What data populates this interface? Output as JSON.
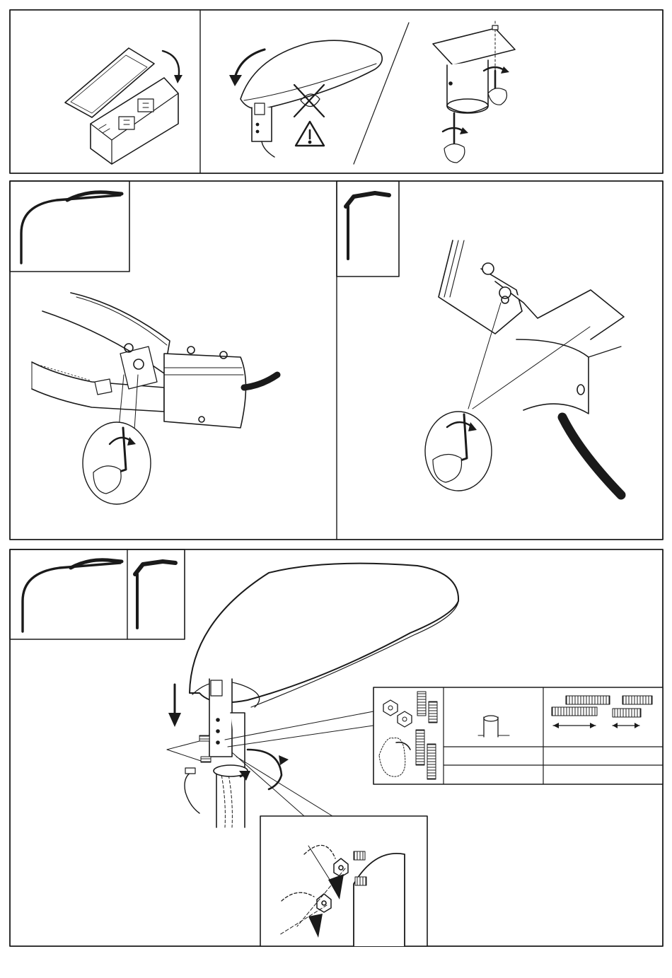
{
  "page": {
    "background": "#ffffff",
    "ink": "#1a1a1a"
  },
  "panels": [
    {
      "id": "panel-1",
      "content": [
        "terminal-box-cover-open"
      ]
    },
    {
      "id": "panel-2",
      "content": [
        "luminaire-rotate-left",
        "cross-out-mark",
        "warning-triangle-icon"
      ]
    },
    {
      "id": "panel-3",
      "content": [
        "bracket-screw-tighten",
        "rotate-arrow-icon",
        "hex-key"
      ]
    },
    {
      "id": "panel-4",
      "content": [
        "curved-pole-thumbnail",
        "side-entry-detail",
        "hex-key-zoom"
      ]
    },
    {
      "id": "panel-5",
      "content": [
        "straight-pole-thumbnail",
        "bracket-detail",
        "hex-key-zoom"
      ]
    },
    {
      "id": "panel-6",
      "content": [
        "curved-pole-thumbnail",
        "straight-pole-thumbnail",
        "post-top-mounting",
        "fixings-table",
        "nut-detail"
      ]
    }
  ],
  "fixings_table": {
    "rows": 3,
    "cols": 3,
    "cells": []
  }
}
